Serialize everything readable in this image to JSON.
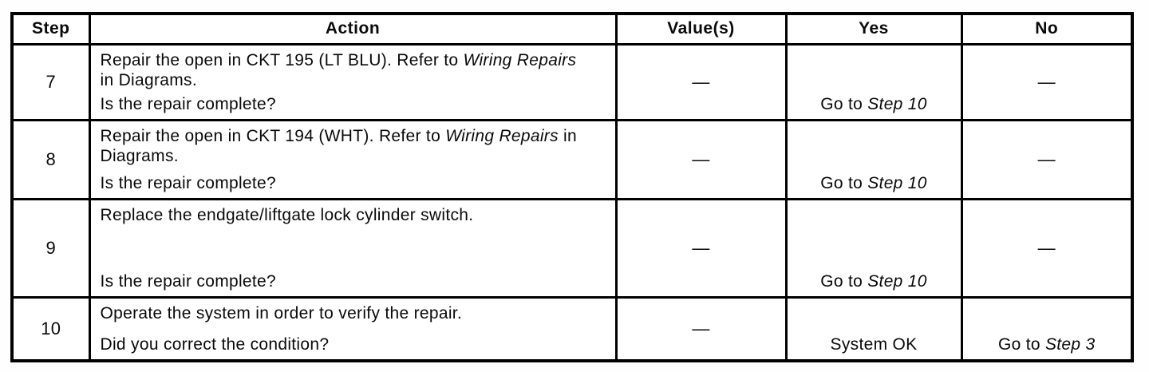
{
  "table": {
    "headers": [
      "Step",
      "Action",
      "Value(s)",
      "Yes",
      "No"
    ],
    "rows": [
      {
        "step": "7",
        "action": {
          "pre": "Repair the open in CKT 195 (LT BLU). Refer to ",
          "italic": "Wiring Repairs",
          "post": " in Diagrams.",
          "question": "Is the repair complete?"
        },
        "values": "—",
        "yes": {
          "pre": "Go to ",
          "italic": "Step 10"
        },
        "no": {
          "pre": "—",
          "italic": ""
        }
      },
      {
        "step": "8",
        "action": {
          "pre": "Repair the open in CKT 194 (WHT). Refer to ",
          "italic": "Wiring Repairs",
          "post": " in Diagrams.",
          "question": "Is the repair complete?"
        },
        "values": "—",
        "yes": {
          "pre": "Go to ",
          "italic": "Step 10"
        },
        "no": {
          "pre": "—",
          "italic": ""
        }
      },
      {
        "step": "9",
        "action": {
          "pre": "Replace the endgate/liftgate lock cylinder switch.",
          "italic": "",
          "post": "",
          "question": "Is the repair complete?"
        },
        "values": "—",
        "yes": {
          "pre": "Go to ",
          "italic": "Step 10"
        },
        "no": {
          "pre": "—",
          "italic": ""
        }
      },
      {
        "step": "10",
        "action": {
          "pre": "Operate the system in order to verify the repair.",
          "italic": "",
          "post": "",
          "question": "Did you correct the condition?"
        },
        "values": "—",
        "yes": {
          "pre": "System OK",
          "italic": ""
        },
        "no": {
          "pre": "Go to ",
          "italic": "Step 3"
        }
      }
    ]
  },
  "colors": {
    "ink": "#0a0a0a",
    "paper": "#ffffff",
    "line": "#000000"
  }
}
